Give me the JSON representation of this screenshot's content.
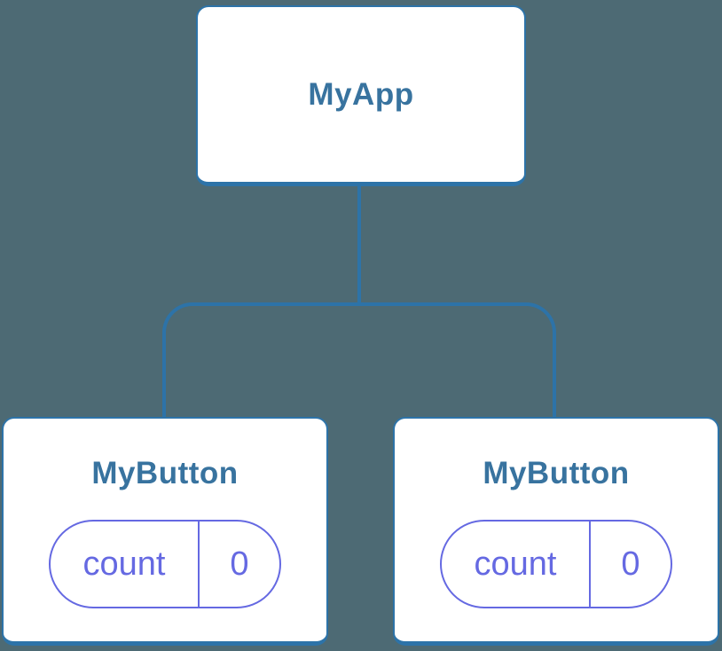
{
  "diagram": {
    "type": "component-tree",
    "colors": {
      "bg": "#4D6A74",
      "line": "#2D73A8",
      "heading": "#38739F",
      "purple": "#6569E2",
      "card": "#FFFFFF"
    },
    "root": {
      "label": "MyApp"
    },
    "children": [
      {
        "label": "MyButton",
        "state": {
          "key": "count",
          "value": "0"
        }
      },
      {
        "label": "MyButton",
        "state": {
          "key": "count",
          "value": "0"
        }
      }
    ]
  }
}
